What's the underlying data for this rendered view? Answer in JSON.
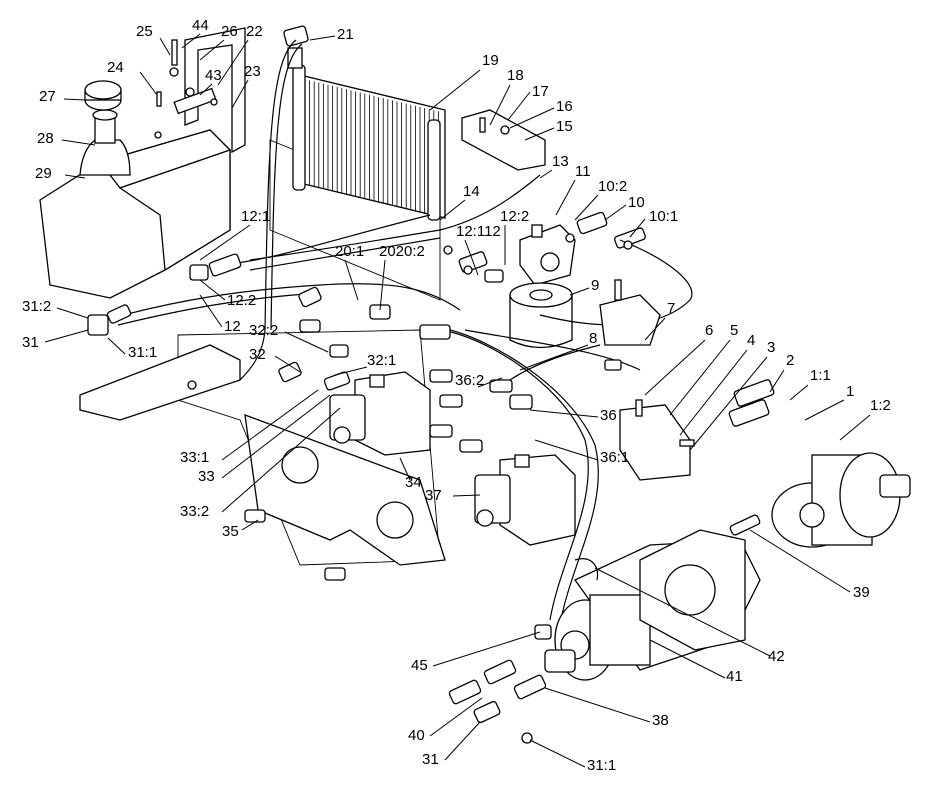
{
  "callouts": [
    {
      "id": "c1",
      "text": "25"
    },
    {
      "id": "c2",
      "text": "44"
    },
    {
      "id": "c3",
      "text": "26"
    },
    {
      "id": "c4",
      "text": "22"
    },
    {
      "id": "c5",
      "text": "21"
    },
    {
      "id": "c6",
      "text": "24"
    },
    {
      "id": "c7",
      "text": "43"
    },
    {
      "id": "c8",
      "text": "23"
    },
    {
      "id": "c9",
      "text": "19"
    },
    {
      "id": "c10",
      "text": "18"
    },
    {
      "id": "c11",
      "text": "17"
    },
    {
      "id": "c12",
      "text": "16"
    },
    {
      "id": "c13",
      "text": "15"
    },
    {
      "id": "c14",
      "text": "27"
    },
    {
      "id": "c15",
      "text": "28"
    },
    {
      "id": "c16",
      "text": "29"
    },
    {
      "id": "c17",
      "text": "13"
    },
    {
      "id": "c18",
      "text": "11"
    },
    {
      "id": "c19",
      "text": "10:2"
    },
    {
      "id": "c20",
      "text": "14"
    },
    {
      "id": "c21",
      "text": "10"
    },
    {
      "id": "c22",
      "text": "10:1"
    },
    {
      "id": "c23",
      "text": "12:1"
    },
    {
      "id": "c24",
      "text": "12:2"
    },
    {
      "id": "c25",
      "text": "12:112"
    },
    {
      "id": "c26",
      "text": "20:1"
    },
    {
      "id": "c27",
      "text": "2020:2"
    },
    {
      "id": "c28",
      "text": "9"
    },
    {
      "id": "c29",
      "text": "31:2"
    },
    {
      "id": "c30",
      "text": "12.2"
    },
    {
      "id": "c31",
      "text": "7"
    },
    {
      "id": "c32",
      "text": "31"
    },
    {
      "id": "c33",
      "text": "31:1"
    },
    {
      "id": "c34",
      "text": "12"
    },
    {
      "id": "c35",
      "text": "32:2"
    },
    {
      "id": "c36",
      "text": "6"
    },
    {
      "id": "c37",
      "text": "5"
    },
    {
      "id": "c38",
      "text": "4"
    },
    {
      "id": "c39",
      "text": "8"
    },
    {
      "id": "c40",
      "text": "3"
    },
    {
      "id": "c41",
      "text": "32"
    },
    {
      "id": "c42",
      "text": "32:1"
    },
    {
      "id": "c43",
      "text": "2"
    },
    {
      "id": "c44",
      "text": "36:2"
    },
    {
      "id": "c45",
      "text": "1:1"
    },
    {
      "id": "c46",
      "text": "1"
    },
    {
      "id": "c47",
      "text": "1:2"
    },
    {
      "id": "c48",
      "text": "36"
    },
    {
      "id": "c49",
      "text": "33:1"
    },
    {
      "id": "c50",
      "text": "36:1"
    },
    {
      "id": "c51",
      "text": "33"
    },
    {
      "id": "c52",
      "text": "34"
    },
    {
      "id": "c53",
      "text": "37"
    },
    {
      "id": "c54",
      "text": "33:2"
    },
    {
      "id": "c55",
      "text": "35"
    },
    {
      "id": "c56",
      "text": "39"
    },
    {
      "id": "c57",
      "text": "42"
    },
    {
      "id": "c58",
      "text": "45"
    },
    {
      "id": "c59",
      "text": "41"
    },
    {
      "id": "c60",
      "text": "38"
    },
    {
      "id": "c61",
      "text": "40"
    },
    {
      "id": "c62",
      "text": "31"
    },
    {
      "id": "c63",
      "text": "31:1"
    }
  ]
}
